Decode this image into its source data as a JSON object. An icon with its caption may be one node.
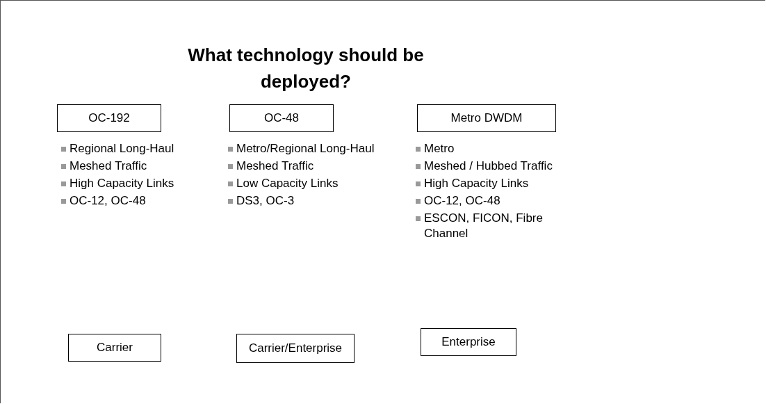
{
  "diagram": {
    "title": "What technology should be deployed?",
    "nodes": [
      {
        "text": [
          "OC-192"
        ]
      },
      {
        "text": [
          "OC-48"
        ]
      },
      {
        "text": [
          "Metro DWDM"
        ]
      },
      {
        "text": [
          "Carrier"
        ]
      },
      {
        "text": [
          "Carrier/Enterprise"
        ]
      },
      {
        "text": [
          "Enterprise"
        ]
      }
    ],
    "edges": [],
    "labels": [
      "Regional Long-Haul",
      "Meshed Traffic",
      "High Capacity Links",
      "OC-12, OC-48",
      "Metro/Regional Long-Haul",
      "Meshed Traffic",
      "Low Capacity Links",
      "DS3, OC-3",
      "Metro",
      "Meshed / Hubbed Traffic",
      "High Capacity Links",
      "OC-12, OC-48",
      "ESCON, FICON, Fibre Channel"
    ]
  }
}
